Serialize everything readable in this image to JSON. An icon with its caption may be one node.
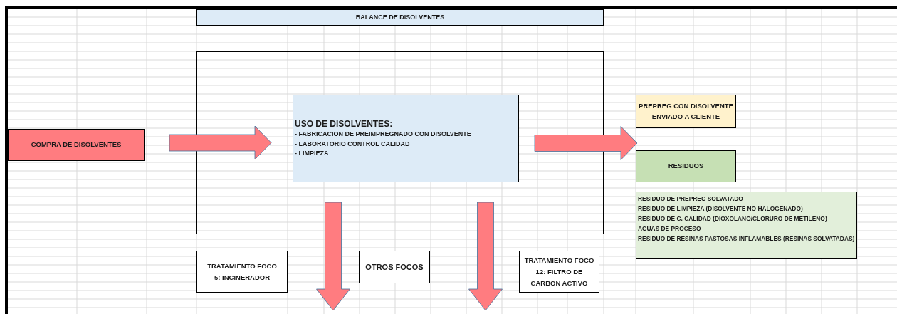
{
  "diagram": {
    "nodes": [
      {
        "text": [
          "BALANCE DE DISOLVENTES"
        ]
      },
      {
        "text": [],
        "shape": "box"
      },
      {
        "text": [
          "USO DE DISOLVENTES:",
          "- FABRICACION DE PREIMPREGNADO CON DISOLVENTE",
          "- LABORATORIO CONTROL CALIDAD",
          "- LIMPIEZA"
        ],
        "in": 1
      },
      {
        "text": [
          "COMPRA DE DISOLVENTES"
        ]
      },
      {
        "text": [
          "PREPREG CON DISOLVENTE ENVIADO A CLIENTE"
        ]
      },
      {
        "text": [
          "RESIDUOS"
        ]
      },
      {
        "text": [
          "RESIDUO DE PREPREG SOLVATADO",
          "RESIDUO DE LIMPIEZA (DISOLVENTE NO HALOGENADO)",
          "RESIDUO DE C. CALIDAD (DIOXOLANO/CLORURO DE METILENO)",
          "AGUAS DE PROCESO",
          "RESIDUO DE RESINAS PASTOSAS INFLAMABLES (RESINAS SOLVATADAS)"
        ]
      },
      {
        "text": [
          "TRATAMIENTO FOCO 5: INCINERADOR"
        ]
      },
      {
        "text": [
          "OTROS FOCOS"
        ]
      },
      {
        "text": [
          "TRATAMIENTO FOCO 12: FILTRO DE CARBON ACTIVO"
        ]
      }
    ],
    "edges": [
      {
        "from": 3,
        "to": 2,
        "arrow": "to"
      },
      {
        "from": 2,
        "to": 4,
        "arrow": "to"
      },
      {
        "from": 2,
        "to": 5,
        "arrow": "to"
      },
      {
        "from": 2,
        "to": null,
        "arrow": "to"
      },
      {
        "from": 2,
        "to": null,
        "arrow": "to"
      }
    ]
  }
}
